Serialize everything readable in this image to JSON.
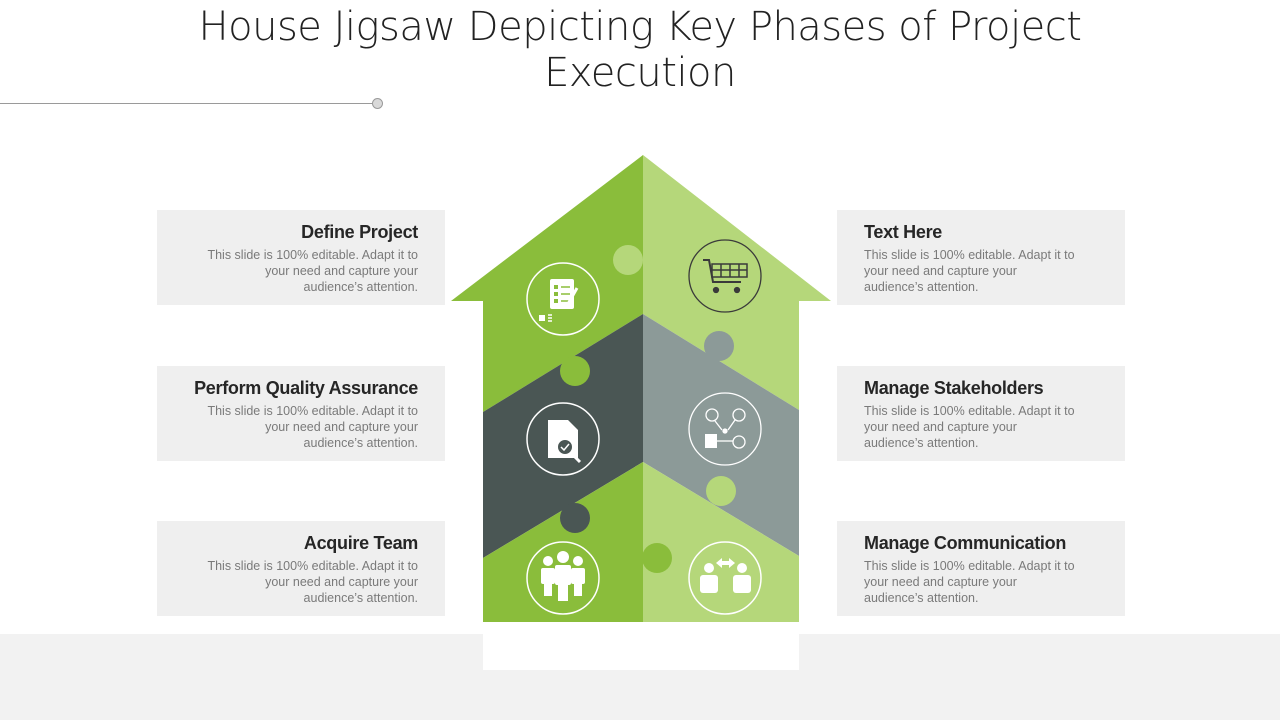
{
  "title": "House Jigsaw Depicting Key Phases of Project Execution",
  "colors": {
    "green_dark": "#8abd3b",
    "green_light": "#b5d77a",
    "slate_dark": "#4a5654",
    "slate_light": "#8c9a98",
    "card_bg": "#efefef",
    "band_bg": "#f2f2f2"
  },
  "phases": [
    {
      "id": "define-project",
      "side": "left",
      "title": "Define Project",
      "body": "This slide is 100% editable. Adapt it to your need and capture your audience’s attention.",
      "icon": "checklist-icon"
    },
    {
      "id": "perform-quality-assurance",
      "side": "left",
      "title": "Perform Quality Assurance",
      "body": "This slide is 100% editable. Adapt it to your need and capture your audience’s attention.",
      "icon": "document-search-icon"
    },
    {
      "id": "acquire-team",
      "side": "left",
      "title": "Acquire Team",
      "body": "This slide is 100% editable. Adapt it to your need and capture your audience’s attention.",
      "icon": "team-icon"
    },
    {
      "id": "text-here",
      "side": "right",
      "title": "Text Here",
      "body": "This slide is 100% editable. Adapt it to your need and capture your audience’s attention.",
      "icon": "shopping-cart-icon"
    },
    {
      "id": "manage-stakeholders",
      "side": "right",
      "title": "Manage Stakeholders",
      "body": "This slide is 100% editable. Adapt it to your need and capture your audience’s attention.",
      "icon": "stakeholder-network-icon"
    },
    {
      "id": "manage-communication",
      "side": "right",
      "title": "Manage Communication",
      "body": "This slide is 100% editable. Adapt it to your need and capture your audience’s attention.",
      "icon": "communication-icon"
    }
  ]
}
